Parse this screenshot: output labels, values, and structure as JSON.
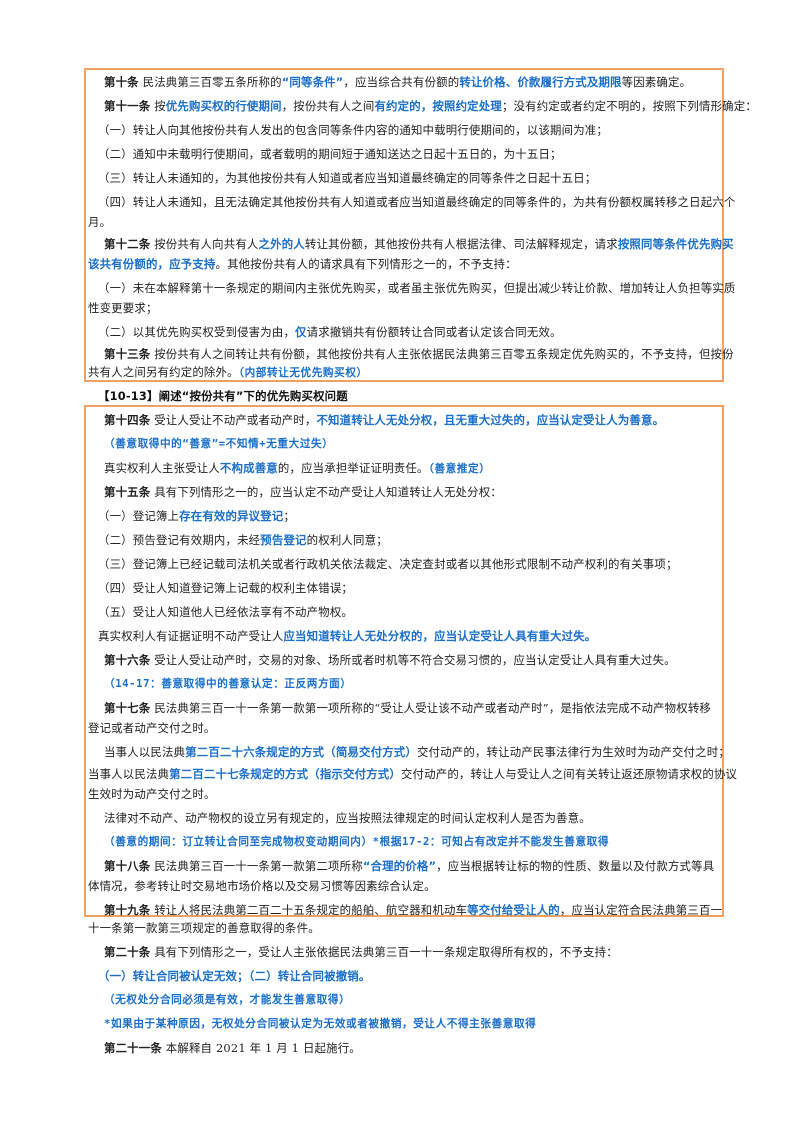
{
  "a10": {
    "t1": "第十条",
    "t2": " 民法典第三百零五条所称的",
    "t3": "“同等条件”",
    "t4": "，应当综合共有份额的",
    "t5": "转让价格、价款履行方式及期限",
    "t6": "等因素确定。"
  },
  "a11": {
    "l1": {
      "t1": "第十一条",
      "t2": " 按",
      "t3": "优先购买权的行使期间",
      "t4": "，按份共有人之间",
      "t5": "有约定的，按照约定处理",
      "t6": "；没有约定或者约定不明的，按照下列情形确定："
    },
    "i1": "（一）转让人向其他按份共有人发出的包含同等条件内容的通知中载明行使期间的，以该期间为准；",
    "i2": "（二）通知中未载明行使期间，或者载明的期间短于通知送达之日起十五日的，为十五日；",
    "i3": "（三）转让人未通知的，为其他按份共有人知道或者应当知道最终确定的同等条件之日起十五日；",
    "i4a": "（四）转让人未通知，且无法确定其他按份共有人知道或者应当知道最终确定的同等条件的，为共有份额权属转移之日起六个",
    "i4b": "月。"
  },
  "a12": {
    "t1": "第十二条",
    "t2": " 按份共有人向共有人",
    "t3": "之外的人",
    "t4": "转让其份额，其他按份共有人根据法律、司法解释规定，请求",
    "t5": "按照同等条件优先购买",
    "t6": "该共有份额的，应予支持",
    "t7": "。其他按份共有人的请求具有下列情形之一的，不予支持：",
    "i1a": "（一）未在本解释第十一条规定的期间内主张优先购买，或者虽主张优先购买，但提出减少转让价款、增加转让人负担等实质",
    "i1b": "性变更要求；",
    "i2a": "（二）以其优先购买权受到侵害为由，",
    "i2b": "仅",
    "i2c": "请求撤销共有份额转让合同或者认定该合同无效。"
  },
  "a13": {
    "t1": "第十三条",
    "t2": " 按份共有人之间转让共有份额，其他按份共有人主张依据民法典第三百零五条规定优先购买的，不予支持，但按份",
    "t3": "共有人之间另有约定的除外。",
    "t4": "（内部转让无优先购买权）"
  },
  "section_heading": "【10-13】阐述“按份共有”下的优先购买权问题",
  "a14": {
    "t1": "第十四条",
    "t2": " 受让人受让不动产或者动产时，",
    "t3": "不知道转让人无处分权，且无重大过失的，应当认定受让人为善意。",
    "n1": "（善意取得中的“善意”=不知情+无重大过失）",
    "t4": "真实权利人主张受让人",
    "t5": "不构成善意",
    "t6": "的，应当承担举证证明责任。",
    "t7": "（善意推定）"
  },
  "a15": {
    "t1": "第十五条",
    "t2": " 具有下列情形之一的，应当认定不动产受让人知道转让人无处分权：",
    "i1a": "（一）登记簿上",
    "i1b": "存在有效的异议登记",
    "i1c": "；",
    "i2a": "（二）预告登记有效期内，未经",
    "i2b": "预告登记",
    "i2c": "的权利人同意；",
    "i3": "（三）登记簿上已经记载司法机关或者行政机关依法裁定、决定查封或者以其他形式限制不动产权利的有关事项；",
    "i4": "（四）受让人知道登记簿上记载的权利主体错误；",
    "i5": "（五）受让人知道他人已经依法享有不动产物权。",
    "c1": "真实权利人有证据证明不动产受让人",
    "c2": "应当知道转让人无处分权的，应当认定受让人具有重大过失。"
  },
  "a16": {
    "t1": "第十六条",
    "t2": " 受让人受让动产时，交易的对象、场所或者时机等不符合交易习惯的，应当认定受让人具有重大过失。",
    "n1": "（14-17：善意取得中的善意认定：正反两方面）"
  },
  "a17": {
    "t1": "第十七条",
    "t2": " 民法典第三百一十一条第一款第一项所称的“受让人受让该不动产或者动产时”，是指依法完成不动产物权转移",
    "t3": "登记或者动产交付之时。",
    "p2a": "当事人以民法典",
    "p2b": "第二百二十六条规定的方式（简易交付方式）",
    "p2c": "交付动产的，转让动产民事法律行为生效时为动产交付之时；",
    "p3a": "当事人以民法典",
    "p3b": "第二百二十七条规定的方式（指示交付方式）",
    "p3c": "交付动产的，转让人与受让人之间有关转让返还原物请求权的协议",
    "p3d": "生效时为动产交付之时。",
    "p4": "法律对不动产、动产物权的设立另有规定的，应当按照法律规定的时间认定权利人是否为善意。",
    "n1": "（善意的期间：订立转让合同至完成物权变动期间内）*根据17-2：可知占有改定并不能发生善意取得"
  },
  "a18": {
    "t1": "第十八条",
    "t2": " 民法典第三百一十一条第一款第二项所称",
    "t3": "“合理的价格”",
    "t4": "，应当根据转让标的物的性质、数量以及付款方式等具",
    "t5": "体情况，参考转让时交易地市场价格以及交易习惯等因素综合认定。"
  },
  "a19": {
    "t1": "第十九条",
    "t2": " 转让人将民法典第二百二十五条规定的船舶、航空器和机动车",
    "t3": "等交付给受让人的",
    "t4": "，应当认定符合民法典第三百一",
    "t5": "十一条第一款第三项规定的善意取得的条件。"
  },
  "a20": {
    "t1": "第二十条",
    "t2": " 具有下列情形之一，受让人主张依据民法典第三百一十一条规定取得所有权的，不予支持：",
    "i1": "（一）转让合同被认定无效；（二）转让合同被撤销。",
    "n1": "（无权处分合同必须是有效，才能发生善意取得）",
    "n2": "*如果由于某种原因，无权处分合同被认定为无效或者被撤销，受让人不得主张善意取得"
  },
  "a21": {
    "t1": "第二十一条",
    "t2": " 本解释自 2021 年 1 月 1 日起施行。"
  },
  "colors": {
    "box_border": "#f0a060",
    "highlight": "#1a6fc9"
  }
}
